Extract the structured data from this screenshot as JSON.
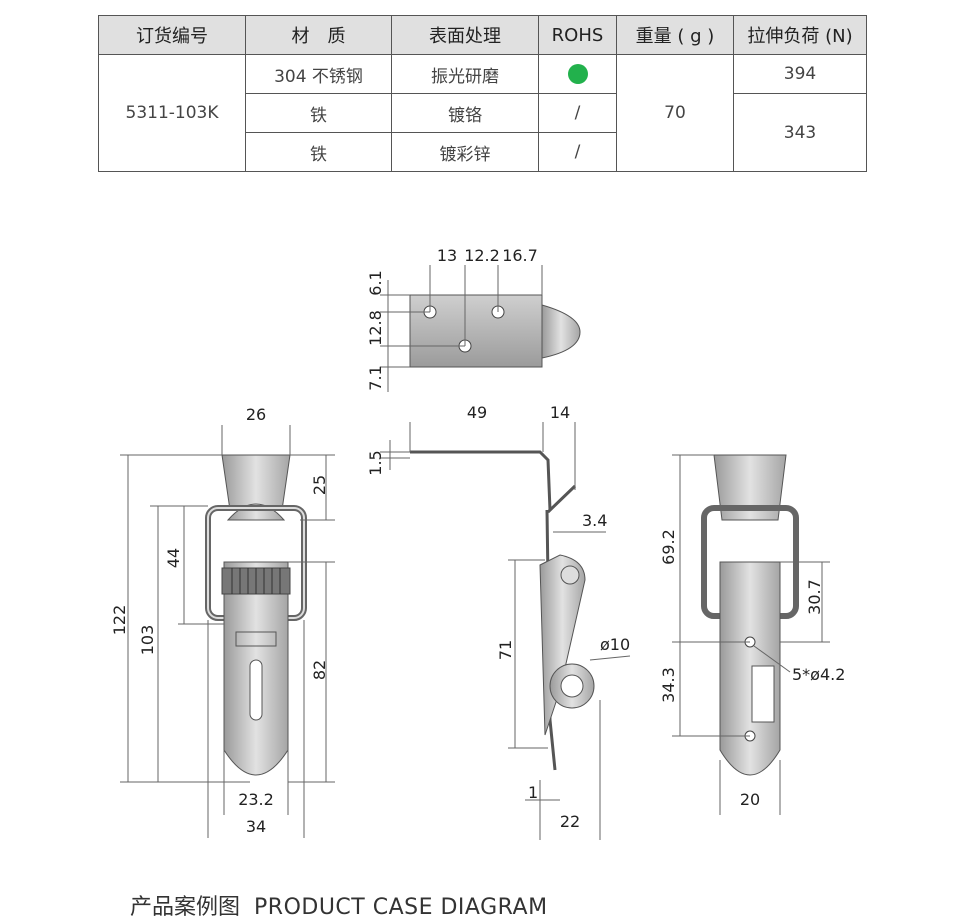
{
  "table": {
    "headers": [
      "订货编号",
      "材　质",
      "表面处理",
      "ROHS",
      "重量 ( g )",
      "拉伸负荷 (N)"
    ],
    "order_no": "5311-103K",
    "rows": [
      {
        "material": "304 不锈钢",
        "surface": "振光研磨",
        "rohs": "dot",
        "load": "394"
      },
      {
        "material": "铁",
        "surface": "镀铬",
        "rohs": "/",
        "load": "343"
      },
      {
        "material": "铁",
        "surface": "镀彩锌",
        "rohs": "/"
      }
    ],
    "weight": "70",
    "rohs_color": "#22b14c"
  },
  "dims": {
    "top": {
      "a": "13",
      "b": "12.2",
      "c": "16.7",
      "v1": "6.1",
      "v2": "12.8",
      "v3": "7.1"
    },
    "side": {
      "w1": "49",
      "w2": "14",
      "t": "1.5",
      "s": "3.4",
      "h": "71",
      "hole": "ø10",
      "b": "1",
      "w3": "22"
    },
    "front": {
      "w": "26",
      "h1": "25",
      "h2": "44",
      "h3": "122",
      "h4": "103",
      "h5": "82",
      "w2": "23.2",
      "w3": "34"
    },
    "back": {
      "h1": "69.2",
      "h2": "30.7",
      "h3": "34.3",
      "hole": "5*ø4.2",
      "w": "20"
    }
  },
  "footer": {
    "cn": "产品案例图",
    "en": "PRODUCT CASE DIAGRAM"
  }
}
